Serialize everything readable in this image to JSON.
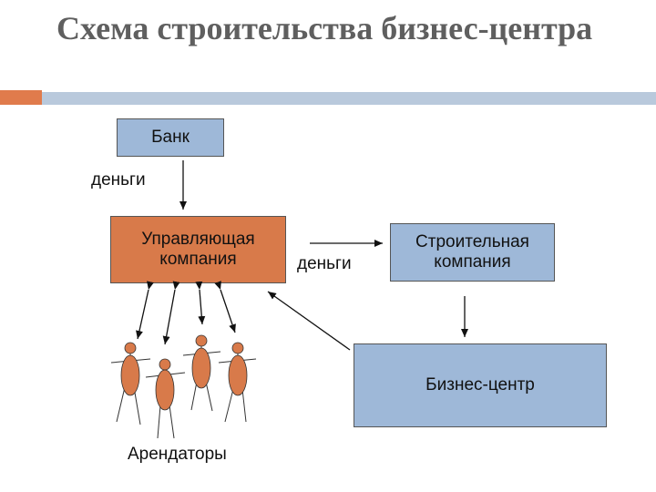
{
  "title": "Схема строительства бизнес-центра",
  "nodes": {
    "bank": "Банк",
    "management": "Управляющая компания",
    "construction": "Строительная компания",
    "business_center": "Бизнес-центр",
    "tenants": "Арендаторы"
  },
  "labels": {
    "money_vertical": "деньги",
    "money_horizontal": "деньги"
  },
  "colors": {
    "title": "#5f5f5f",
    "accent": "#e07b4c",
    "rule": "#b9c9dc",
    "blue_box": "#9eb8d8",
    "orange_box": "#d87a4a",
    "figure": "#d87a4a"
  }
}
